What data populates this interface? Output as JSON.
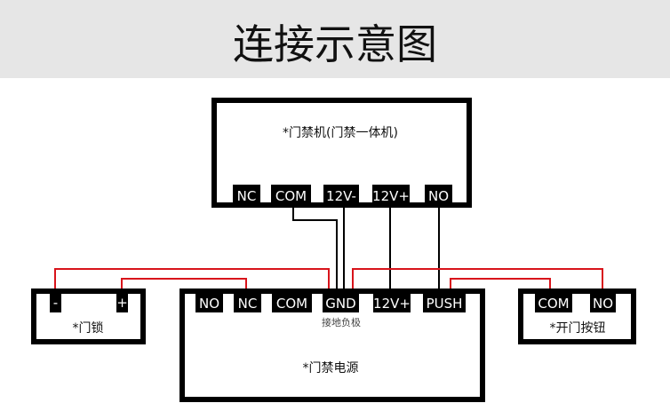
{
  "title": "连接示意图",
  "controller": {
    "label": "*门禁机(门禁一体机)",
    "terminals": [
      "NC",
      "COM",
      "12V-",
      "12V+",
      "NO"
    ]
  },
  "power": {
    "label": "*门禁电源",
    "note": "接地负极",
    "terminals": [
      "NO",
      "NC",
      "COM",
      "GND",
      "12V+",
      "PUSH"
    ]
  },
  "lock": {
    "label": "*门锁",
    "terminals": [
      "-",
      "+"
    ]
  },
  "button": {
    "label": "*开门按钮",
    "terminals": [
      "COM",
      "NO"
    ]
  },
  "colors": {
    "header_bg": "#e6e6e6",
    "wire_red": "#d8141b",
    "wire_black": "#000000"
  }
}
